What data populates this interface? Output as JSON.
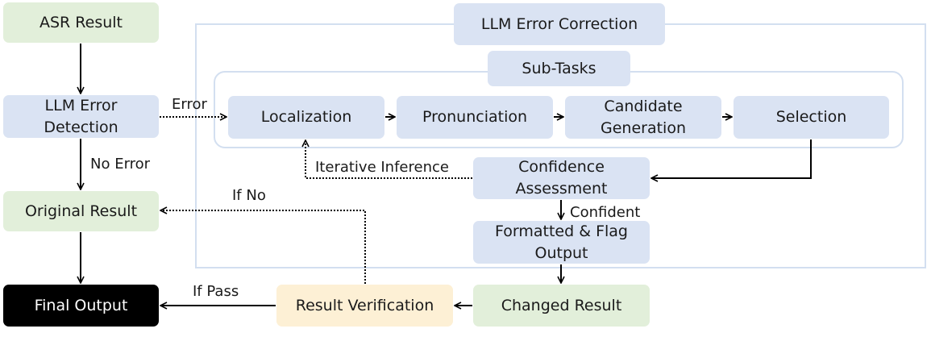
{
  "nodes": {
    "asr_result": "ASR Result",
    "llm_error_detection": "LLM Error Detection",
    "original_result": "Original Result",
    "final_output": "Final Output",
    "llm_error_correction": "LLM Error Correction",
    "sub_tasks": "Sub-Tasks",
    "localization": "Localization",
    "pronunciation": "Pronunciation",
    "candidate_generation": "Candidate Generation",
    "selection": "Selection",
    "confidence_assessment": "Confidence Assessment",
    "formatted_flag_output": "Formatted & Flag Output",
    "changed_result": "Changed Result",
    "result_verification": "Result Verification"
  },
  "edge_labels": {
    "error": "Error",
    "no_error": "No Error",
    "iterative_inference": "Iterative Inference",
    "confident": "Confident",
    "if_no": "If No",
    "if_pass": "If Pass"
  },
  "colors": {
    "green": "#e2efda",
    "blue": "#dae3f3",
    "yellow": "#fdf0d5",
    "black": "#000000",
    "frame": "#d3dff0"
  }
}
